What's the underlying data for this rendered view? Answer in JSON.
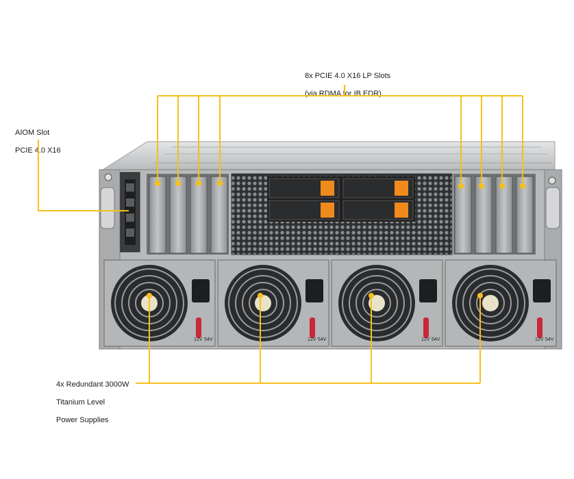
{
  "labels": {
    "pcie_slots": {
      "line1": "8x PCIE 4.0 X16 LP Slots",
      "line2": "(via RDMA for IB EDR)"
    },
    "aiom_slot": {
      "line1": "AIOM  Slot",
      "line2": "PCIE 4.0 X16"
    },
    "power_supplies": {
      "line1": "4x Redundant 3000W",
      "line2": "Titanium Level",
      "line3": "Power Supplies"
    }
  },
  "psu_units": [
    {
      "label_12v": "12V",
      "label_54v": "54V"
    },
    {
      "label_12v": "12V",
      "label_54v": "54V"
    },
    {
      "label_12v": "12V",
      "label_54v": "54V"
    },
    {
      "label_12v": "12V",
      "label_54v": "54V"
    }
  ],
  "colors": {
    "callout": "#f5c01a",
    "chassis_light": "#c9cbcd",
    "chassis_dark": "#3a3c3e",
    "orange_latch": "#f08a1c",
    "red_handle": "#c8283a"
  }
}
